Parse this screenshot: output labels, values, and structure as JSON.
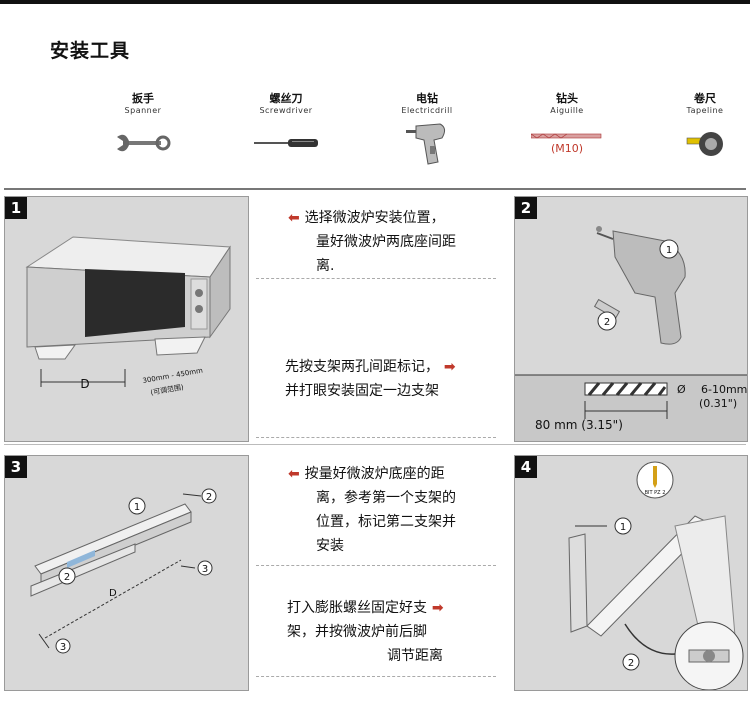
{
  "title": "安装工具",
  "tools": [
    {
      "zh": "扳手",
      "en": "Spanner",
      "icon": "spanner-icon"
    },
    {
      "zh": "螺丝刀",
      "en": "Screwdriver",
      "icon": "screwdriver-icon"
    },
    {
      "zh": "电钻",
      "en": "Electricdrill",
      "icon": "drill-icon"
    },
    {
      "zh": "钻头",
      "en": "Aiguille",
      "icon": "drill-bit-icon",
      "size": "(M10)"
    },
    {
      "zh": "卷尺",
      "en": "Tapeline",
      "icon": "tape-measure-icon"
    }
  ],
  "steps": [
    {
      "num": "1",
      "text": "选择微波炉安装位置，量好微波炉两底座间距离.",
      "labels": {
        "d": "D",
        "range": "300mm - 450mm",
        "range_note": "(可调范围)"
      }
    },
    {
      "num": "2",
      "text": "先按支架两孔间距标记，并打眼安装固定一边支架",
      "labels": {
        "dim": "80 mm (3.15\")",
        "dia": "6-10mm",
        "dia_in": "(0.31\")",
        "dia_symbol": "Ø",
        "c1": "1",
        "c2": "2"
      }
    },
    {
      "num": "3",
      "text_l1": "按量好微波炉底座的距",
      "text_l2": "离，参考第一个支架的",
      "text_l3": "位置，标记第二支架并",
      "text_l4": "安装",
      "labels": {
        "d": "D",
        "c1": "1",
        "c2": "2",
        "c3": "3"
      }
    },
    {
      "num": "4",
      "text_l1": "打入膨胀螺丝固定好支",
      "text_l2": "架，并按微波炉前后脚",
      "text_l3": "调节距离",
      "labels": {
        "bit": "BIT PZ 2",
        "c1": "1",
        "c2": "2"
      }
    }
  ],
  "step1_l1": "选择微波炉安装位置，",
  "step1_l2": "量好微波炉两底座间距",
  "step1_l3": "离.",
  "step2_l1": "先按支架两孔间距标记，",
  "step2_l2": "并打眼安装固定一边支架",
  "colors": {
    "arrow": "#c0392b",
    "panel": "#d8d8d8"
  }
}
